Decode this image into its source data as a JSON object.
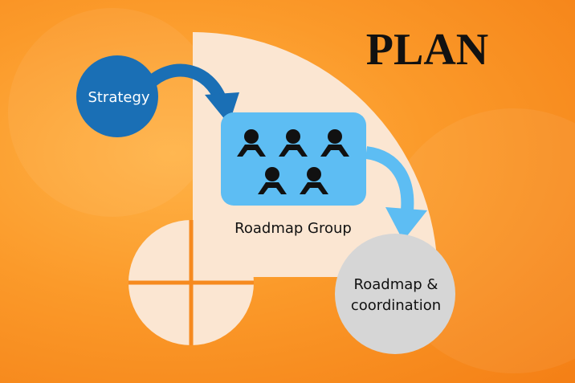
{
  "title": "PLAN",
  "nodes": {
    "strategy": "Strategy",
    "group": "Roadmap Group",
    "coordination_line1": "Roadmap &",
    "coordination_line2": "coordination"
  },
  "people_count": 5,
  "colors": {
    "strategy": "#1a6fb5",
    "group": "#5dbdf3",
    "coordination": "#d6d6d6",
    "arrow1": "#1a6fb5",
    "arrow2": "#5dbdf3",
    "quadrant": "#fbe6d2"
  }
}
